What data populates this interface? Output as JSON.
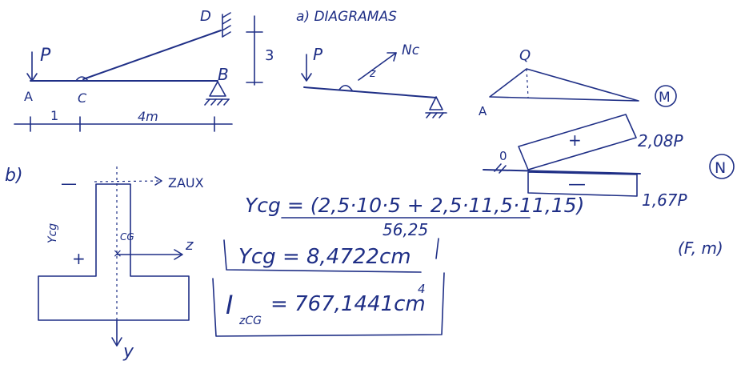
{
  "beam": {
    "load": "P",
    "point_a": "A",
    "point_c": "C",
    "point_b": "B",
    "point_d": "D",
    "height": "3",
    "span_1": "1",
    "span_2": "4m"
  },
  "part_a": {
    "title": "a) DIAGRAMAS",
    "fbd_load": "P",
    "fbd_force": "Nc",
    "fbd_z": "z",
    "moment_top": "Q",
    "moment_left": "A",
    "moment_tag": "M",
    "normal_tag": "N",
    "normal_origin": "0",
    "normal_plus": "+",
    "normal_minus": "—",
    "normal_value_1": "2,08P",
    "normal_value_2": "1,67P",
    "units": "(F, m)"
  },
  "part_b": {
    "label": "b)",
    "minus_sign": "—",
    "plus_sign": "+",
    "z_aux": "ZAUX",
    "ycg_side": "Ycg",
    "cg": "CG",
    "z_axis": "z",
    "y_axis": "y",
    "ycg_formula": "Ycg = (2,5·10·5 + 2,5·11,5·11,15)",
    "denominator": "56,25",
    "ycg_result": "Ycg = 8,4722cm",
    "izcg_i": "I",
    "izcg_sub": "zCG",
    "izcg_value": "= 767,1441cm",
    "izcg_exp": "4"
  }
}
